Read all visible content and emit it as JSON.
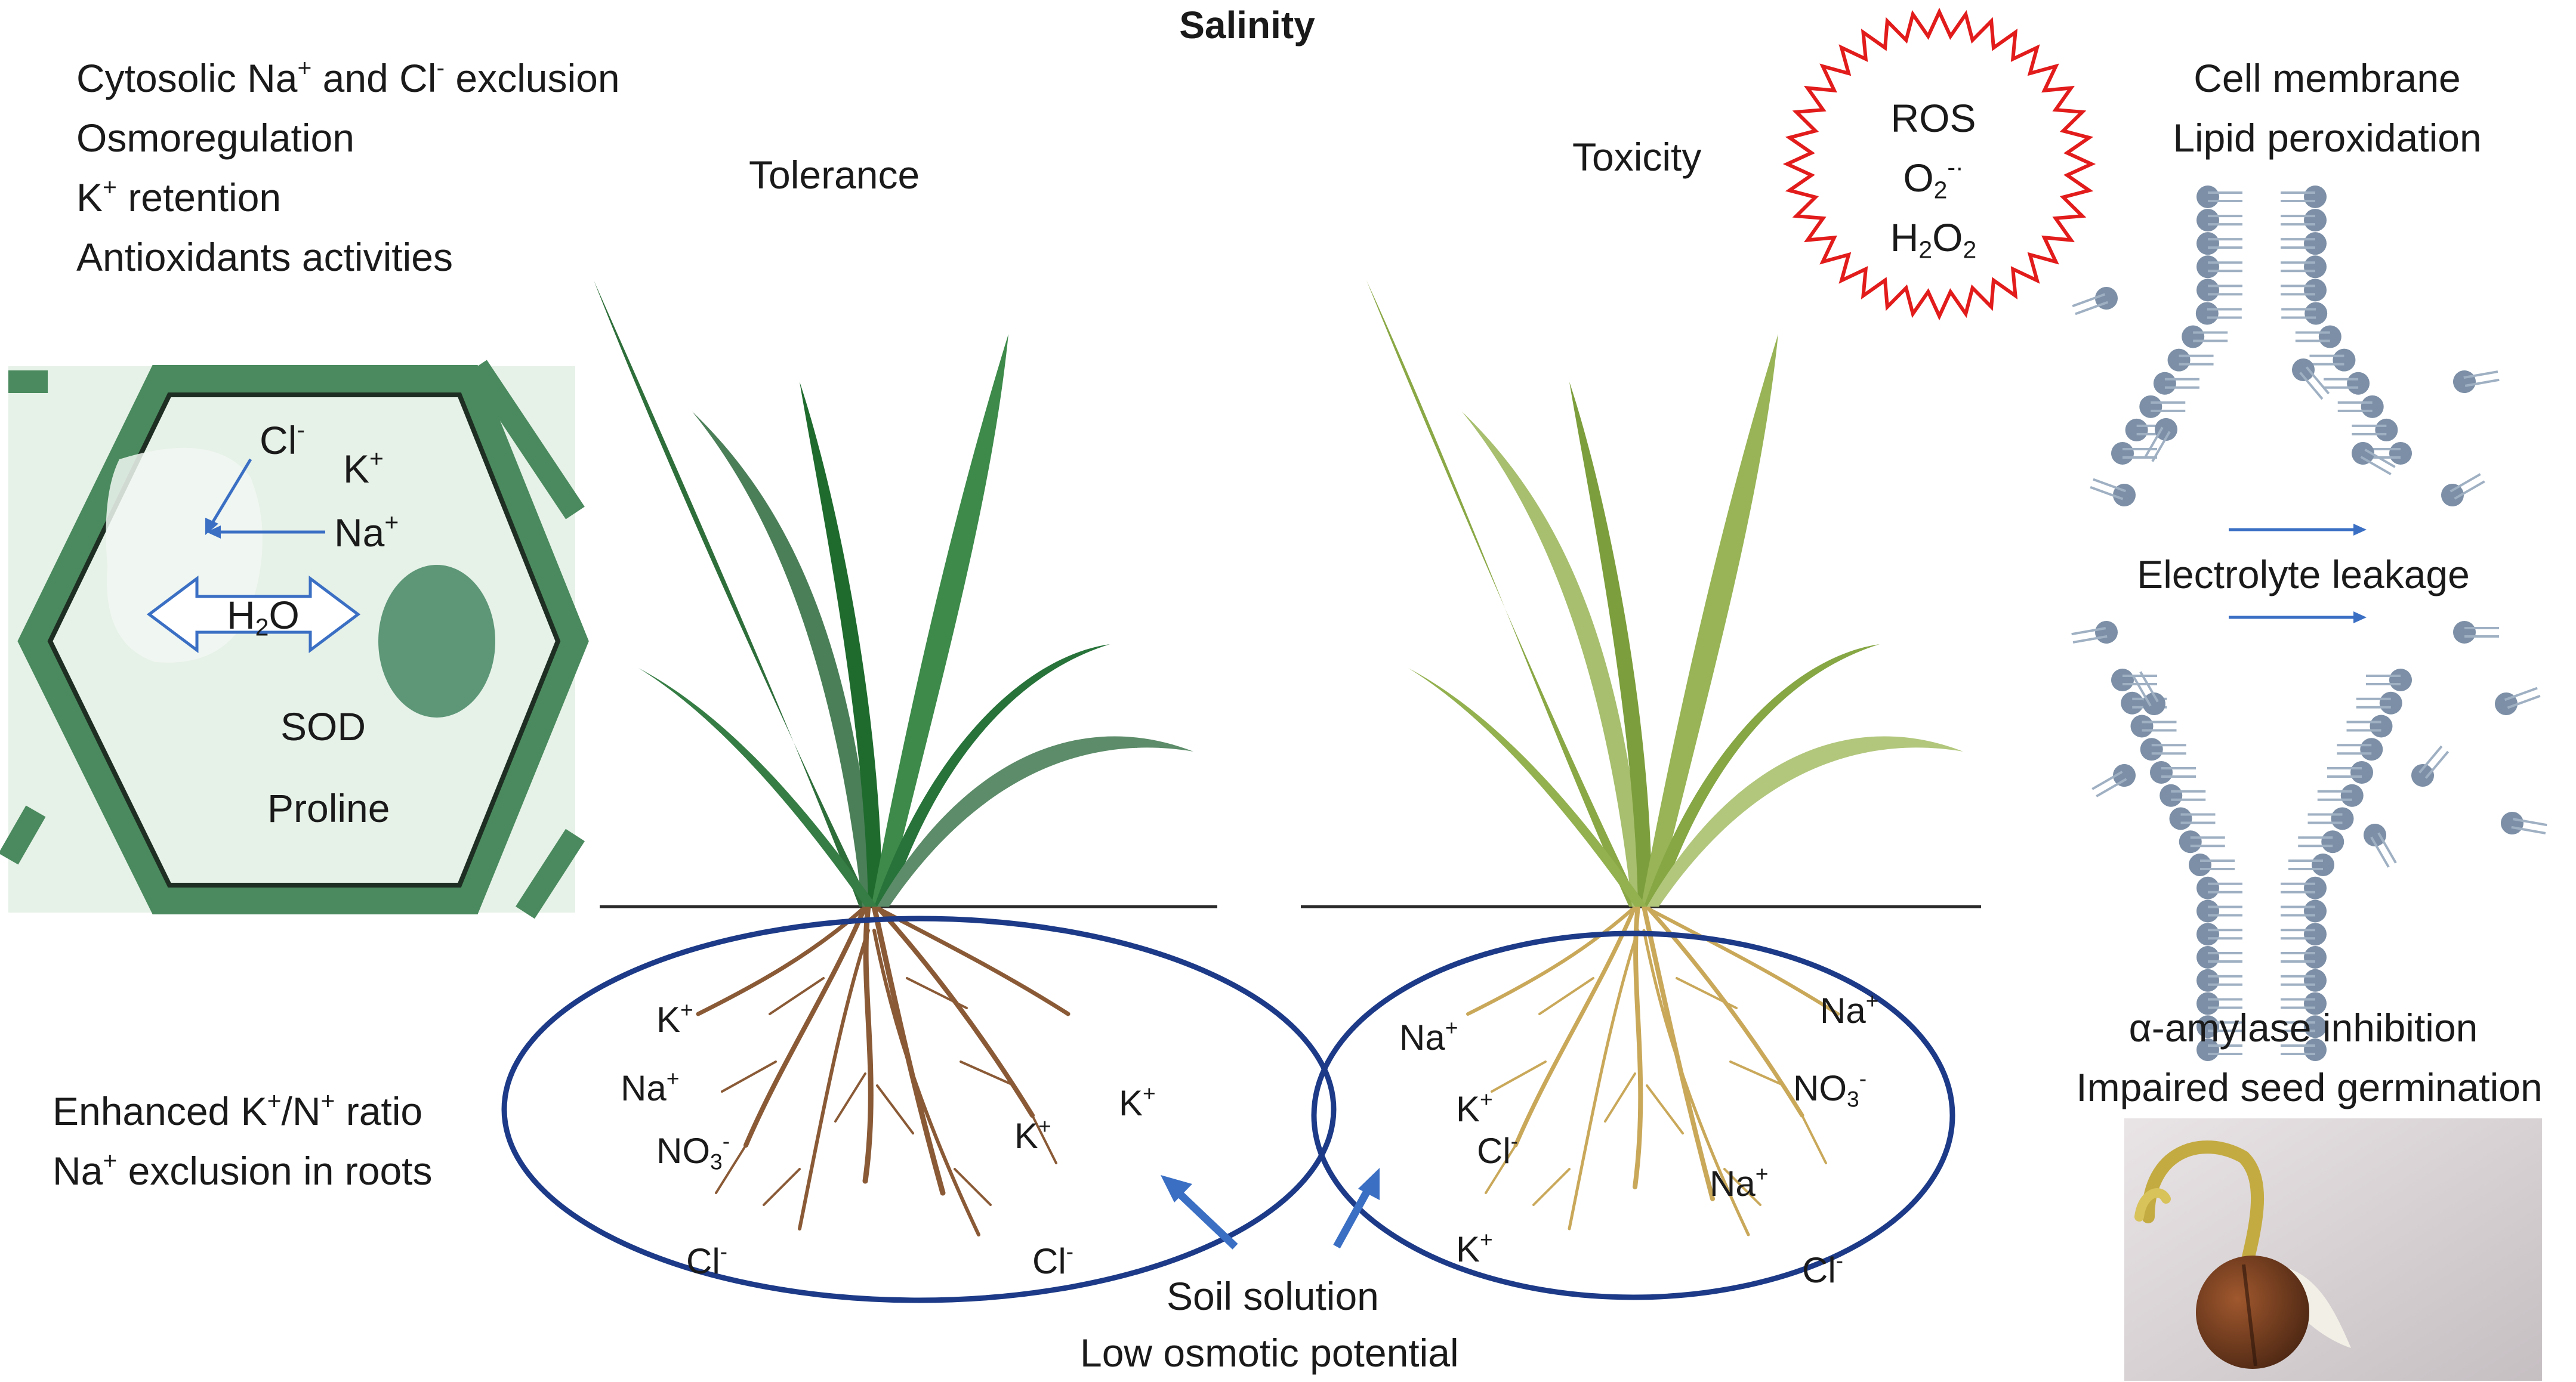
{
  "title": "Salinity",
  "tolerance_label": "Tolerance",
  "toxicity_label": "Toxicity",
  "tolerance_traits": [
    {
      "pre": "Cytosolic Na",
      "sup1": "+",
      "mid": " and Cl",
      "sup2": "-",
      "post": " exclusion"
    },
    "Osmoregulation",
    {
      "pre": "K",
      "sup1": "+",
      "post": " retention"
    },
    "Antioxidants activities"
  ],
  "cell": {
    "cl": {
      "base": "Cl",
      "sup": "-"
    },
    "k": {
      "base": "K",
      "sup": "+"
    },
    "na": {
      "base": "Na",
      "sup": "+"
    },
    "water": {
      "base": "H",
      "sub": "2",
      "post": "O"
    },
    "sod": "SOD",
    "proline": "Proline"
  },
  "root_traits": [
    {
      "p1": "Enhanced K",
      "s1": "+",
      "p2": "/N",
      "s2": "+",
      "p3": " ratio"
    },
    {
      "p1": "Na",
      "s1": "+",
      "p2": " exclusion in roots"
    }
  ],
  "tolerant_soil_ions": [
    {
      "base": "K",
      "sup": "+"
    },
    {
      "base": "Na",
      "sup": "+"
    },
    {
      "base": "NO",
      "sub": "3",
      "sup": "-"
    },
    {
      "base": "Cl",
      "sup": "-"
    },
    {
      "base": "K",
      "sup": "+"
    },
    {
      "base": "K",
      "sup": "+"
    },
    {
      "base": "Cl",
      "sup": "-"
    }
  ],
  "toxic_soil_ions": [
    {
      "base": "Na",
      "sup": "+"
    },
    {
      "base": "K",
      "sup": "+"
    },
    {
      "base": "Cl",
      "sup": "-"
    },
    {
      "base": "K",
      "sup": "+"
    },
    {
      "base": "Na",
      "sup": "+"
    },
    {
      "base": "NO",
      "sub": "3",
      "sup": "-"
    },
    {
      "base": "Na",
      "sup": "+"
    },
    {
      "base": "Cl",
      "sup": "-"
    }
  ],
  "soil_solution": "Soil solution",
  "osmotic": "Low osmotic potential",
  "ros": {
    "title": "ROS",
    "superoxide": {
      "base": "O",
      "sub": "2",
      "sup": "-·"
    },
    "peroxide": {
      "base": "H",
      "sub1": "2",
      "mid": "O",
      "sub2": "2"
    }
  },
  "membrane_label": "Cell membrane",
  "peroxidation_label": "Lipid peroxidation",
  "electrolyte_label": "Electrolyte leakage",
  "amylase_label": "α-amylase inhibition",
  "germination_label": "Impaired seed germination",
  "colors": {
    "cell_wall": "#4a8a5e",
    "cell_fill": "#e6f1e7",
    "nucleus": "#5d9778",
    "ellipse": "#1c3a87",
    "arrow": "#3a6fc4",
    "ros_star": "#e21b1b",
    "lipid_head": "#7c8fa6",
    "tolerant_leaf": "#2e7d3e",
    "toxic_leaf": "#8faf45",
    "tolerant_root": "#8a5a36",
    "toxic_root": "#c9a85a"
  }
}
